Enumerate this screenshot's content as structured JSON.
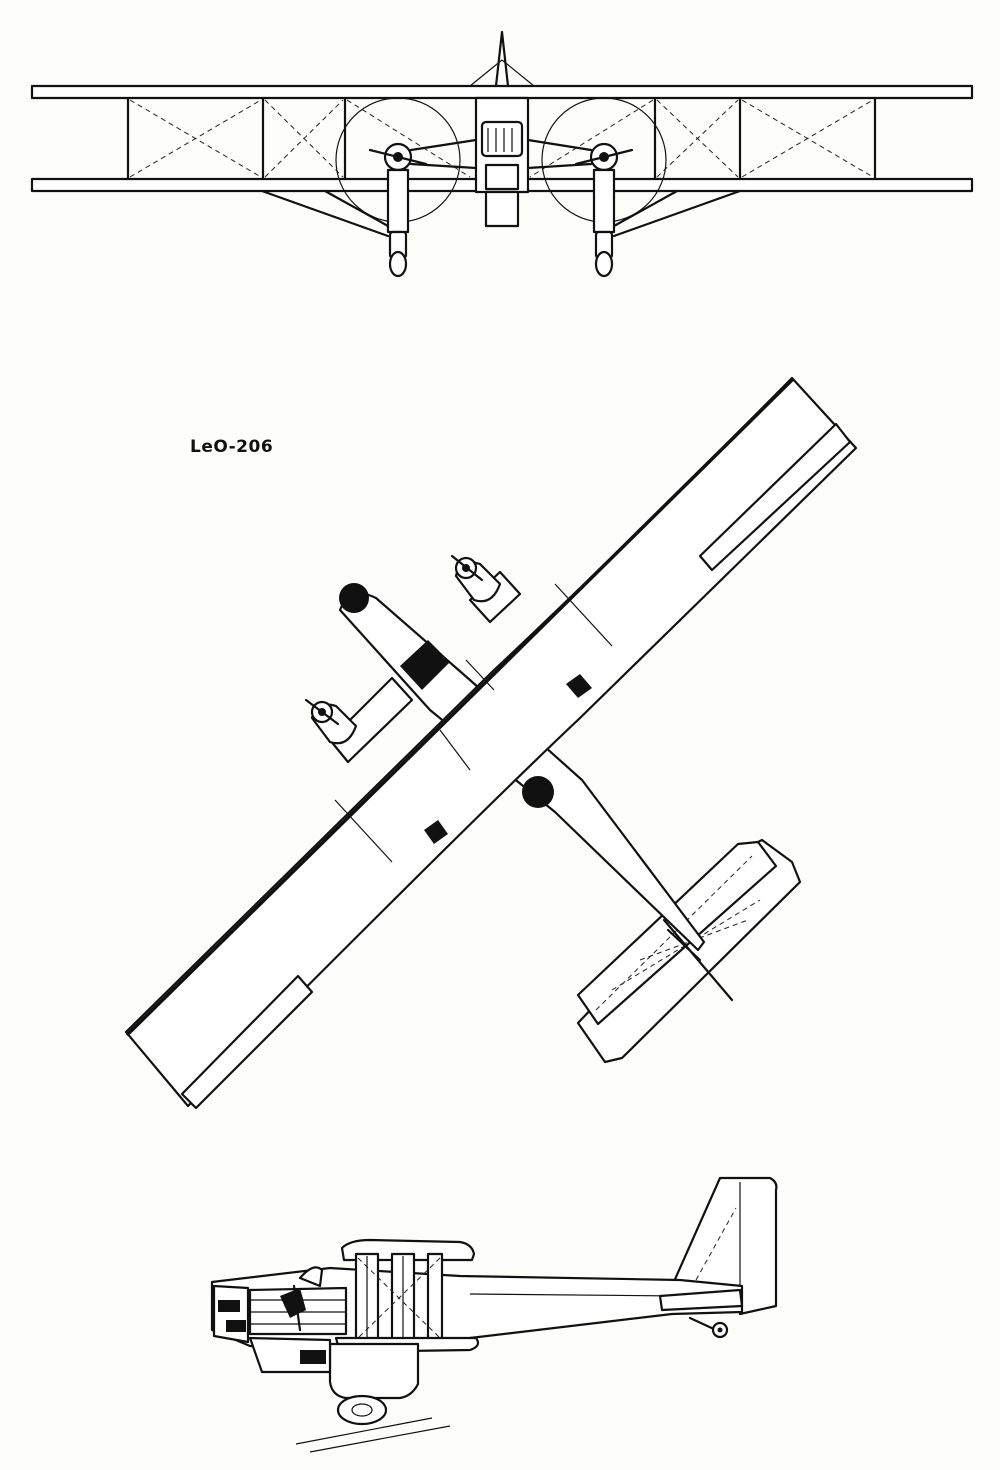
{
  "drawing": {
    "designation": "LeO-206",
    "views": [
      "front-view",
      "plan-view",
      "side-view"
    ]
  }
}
